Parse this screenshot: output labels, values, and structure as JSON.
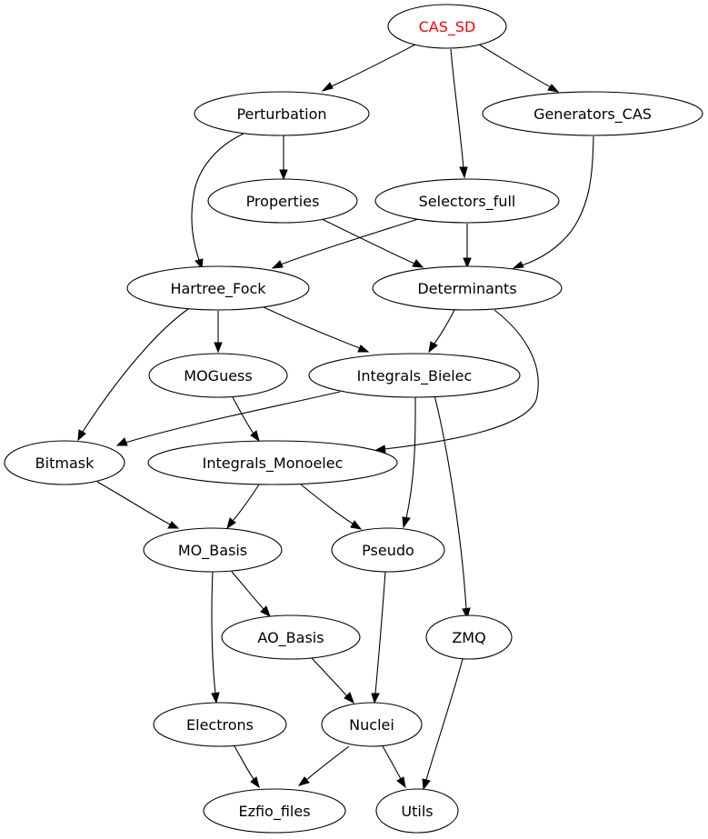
{
  "nodes": {
    "cas_sd": "CAS_SD",
    "perturbation": "Perturbation",
    "generators_cas": "Generators_CAS",
    "properties": "Properties",
    "selectors_full": "Selectors_full",
    "hartree_fock": "Hartree_Fock",
    "determinants": "Determinants",
    "moguess": "MOGuess",
    "integrals_bielec": "Integrals_Bielec",
    "bitmask": "Bitmask",
    "integrals_monoelec": "Integrals_Monoelec",
    "mo_basis": "MO_Basis",
    "pseudo": "Pseudo",
    "ao_basis": "AO_Basis",
    "zmq": "ZMQ",
    "electrons": "Electrons",
    "nuclei": "Nuclei",
    "ezfio_files": "Ezfio_files",
    "utils": "Utils"
  },
  "edges": [
    [
      "cas_sd",
      "perturbation"
    ],
    [
      "cas_sd",
      "selectors_full"
    ],
    [
      "cas_sd",
      "generators_cas"
    ],
    [
      "perturbation",
      "properties"
    ],
    [
      "perturbation",
      "hartree_fock"
    ],
    [
      "properties",
      "determinants"
    ],
    [
      "selectors_full",
      "hartree_fock"
    ],
    [
      "selectors_full",
      "determinants"
    ],
    [
      "generators_cas",
      "determinants"
    ],
    [
      "hartree_fock",
      "moguess"
    ],
    [
      "hartree_fock",
      "integrals_bielec"
    ],
    [
      "hartree_fock",
      "bitmask"
    ],
    [
      "determinants",
      "integrals_bielec"
    ],
    [
      "determinants",
      "integrals_monoelec"
    ],
    [
      "integrals_bielec",
      "bitmask"
    ],
    [
      "integrals_bielec",
      "pseudo"
    ],
    [
      "integrals_bielec",
      "zmq"
    ],
    [
      "moguess",
      "integrals_monoelec"
    ],
    [
      "bitmask",
      "mo_basis"
    ],
    [
      "integrals_monoelec",
      "mo_basis"
    ],
    [
      "integrals_monoelec",
      "pseudo"
    ],
    [
      "mo_basis",
      "ao_basis"
    ],
    [
      "mo_basis",
      "electrons"
    ],
    [
      "pseudo",
      "nuclei"
    ],
    [
      "ao_basis",
      "nuclei"
    ],
    [
      "zmq",
      "utils"
    ],
    [
      "electrons",
      "ezfio_files"
    ],
    [
      "nuclei",
      "ezfio_files"
    ],
    [
      "nuclei",
      "utils"
    ]
  ],
  "colors": {
    "root_text": "#ff0000",
    "node_text": "#000000",
    "stroke": "#000000",
    "background": "#ffffff"
  }
}
